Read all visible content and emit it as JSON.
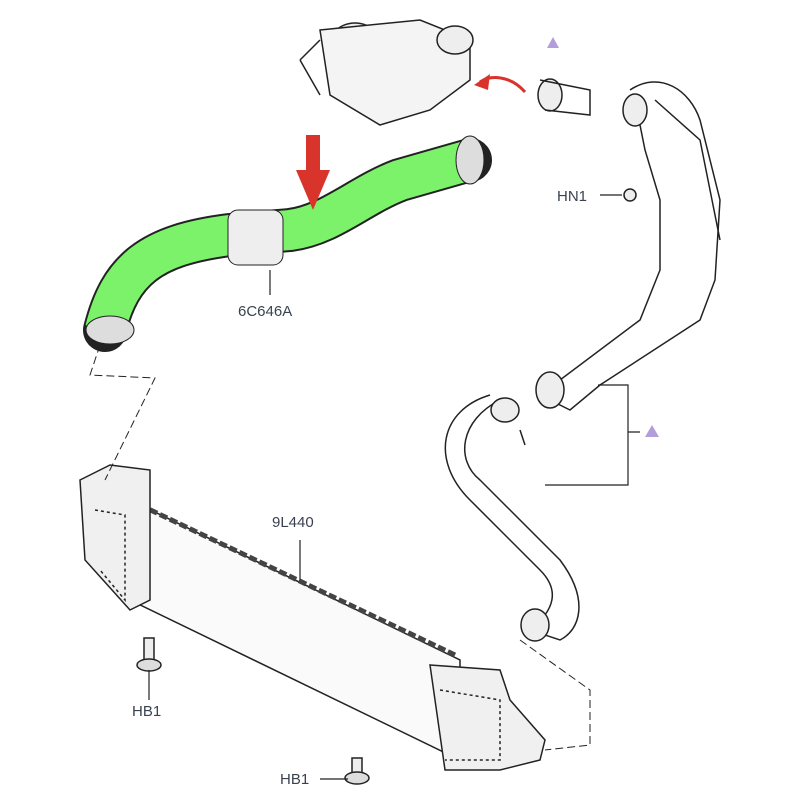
{
  "labels": {
    "hn1": "HN1",
    "hose": "6C646A",
    "intercooler": "9L440",
    "hb1_top": "HB1",
    "hb1_bottom": "HB1"
  },
  "colors": {
    "highlight": "#7cf26a",
    "arrow": "#d9342b",
    "marker": "#b39ddb",
    "line": "#222222"
  }
}
